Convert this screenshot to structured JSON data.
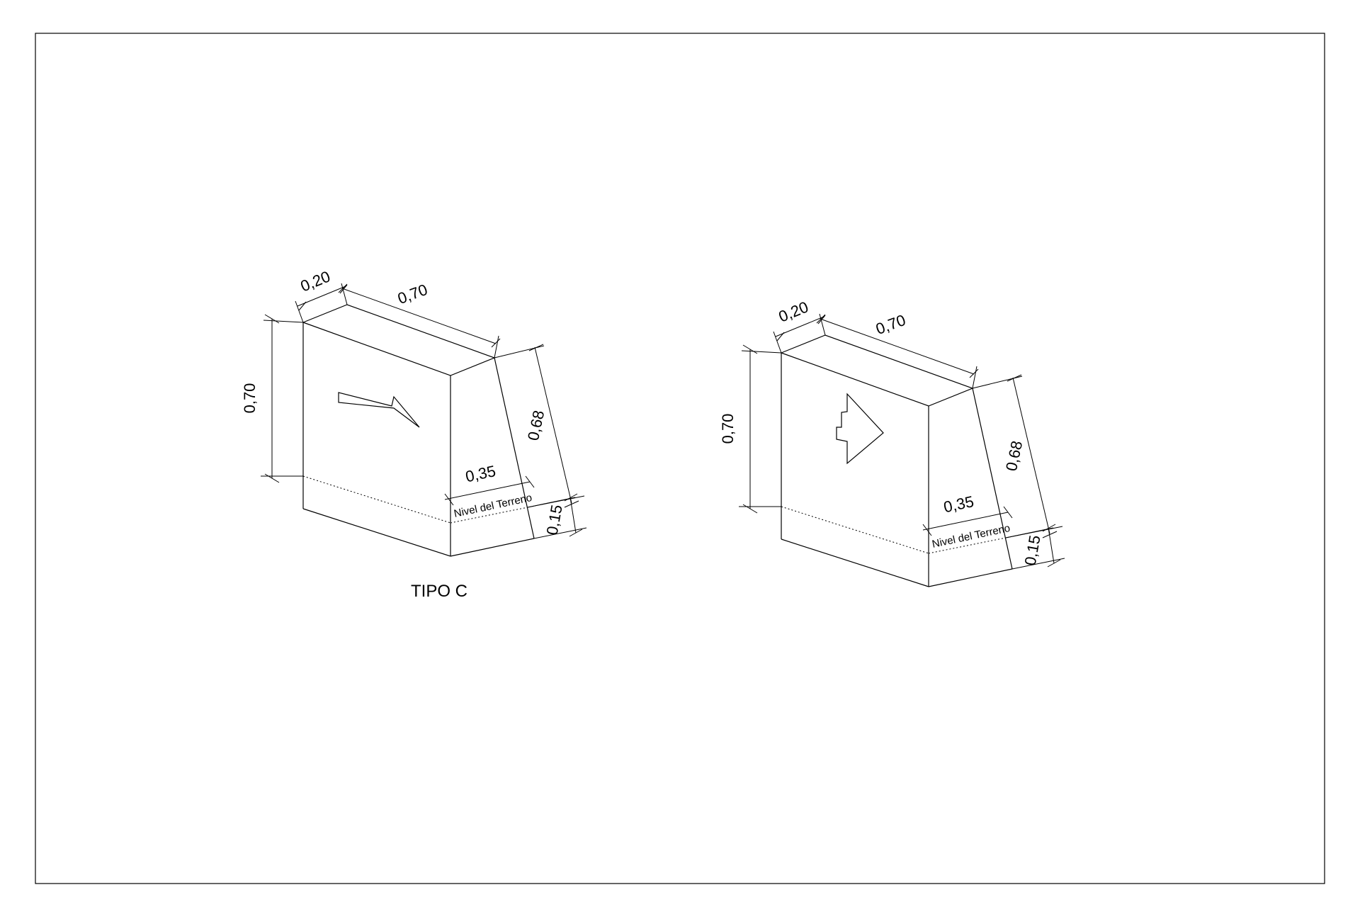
{
  "drawings": [
    {
      "dims": {
        "top_depth": "0,20",
        "top_width": "0,70",
        "height": "0,70",
        "slant": "0,68",
        "base": "0,35",
        "buried": "0,15"
      },
      "ground_label": "Nivel del Terreno",
      "caption": "TIPO C",
      "arrow": "lightning-arrow"
    },
    {
      "dims": {
        "top_depth": "0,20",
        "top_width": "0,70",
        "height": "0,70",
        "slant": "0,68",
        "base": "0,35",
        "buried": "0,15"
      },
      "ground_label": "Nivel del Terreno",
      "caption": "",
      "arrow": "arrowhead"
    }
  ]
}
